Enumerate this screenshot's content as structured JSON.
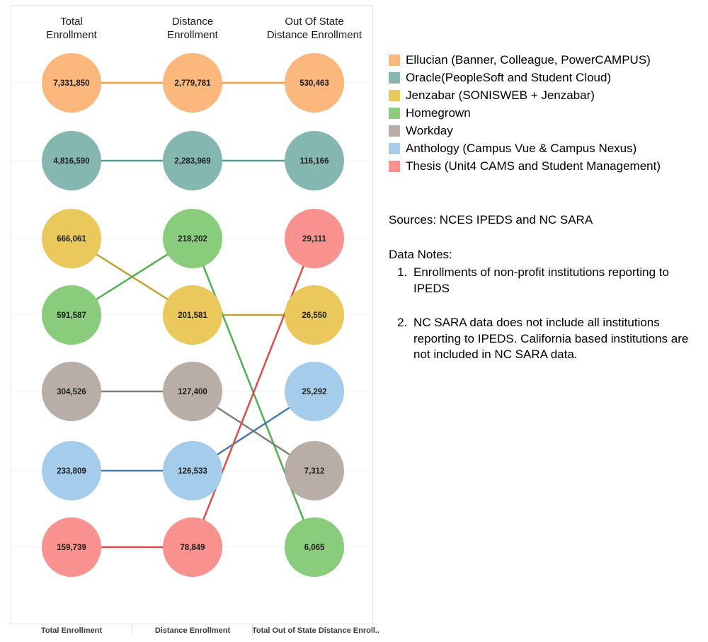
{
  "chart_data": {
    "type": "line",
    "subtype": "slope-bump chart with labeled circle nodes",
    "title": "",
    "legend_position": "right",
    "grid": "faint horizontal gridline at each rank row",
    "columns": [
      {
        "header": "Total\nEnrollment",
        "axis_label": "Total Enrollment"
      },
      {
        "header": "Distance\nEnrollment",
        "axis_label": "Distance Enrollment"
      },
      {
        "header": "Out Of State\nDistance Enrollment",
        "axis_label": "Total Out of State Distance Enroll.."
      }
    ],
    "series": [
      {
        "id": "ellucian",
        "name": "Ellucian (Banner, Colleague, PowerCAMPUS)",
        "fill": "#FBB77C",
        "line": "#F2994B",
        "values": [
          7331850,
          2779781,
          530463
        ],
        "labels": [
          "7,331,850",
          "2,779,781",
          "530,463"
        ],
        "row_positions": [
          1,
          1,
          1
        ]
      },
      {
        "id": "oracle",
        "name": "Oracle(PeopleSoft and Student Cloud)",
        "fill": "#85B7B1",
        "line": "#579C94",
        "values": [
          4816590,
          2283969,
          116166
        ],
        "labels": [
          "4,816,590",
          "2,283,969",
          "116,166"
        ],
        "row_positions": [
          2,
          2,
          2
        ]
      },
      {
        "id": "jenzabar",
        "name": "Jenzabar (SONISWEB + Jenzabar)",
        "fill": "#EAC85C",
        "line": "#C2A32F",
        "values": [
          666061,
          201581,
          26550
        ],
        "labels": [
          "666,061",
          "201,581",
          "26,550"
        ],
        "row_positions": [
          3,
          4,
          4
        ]
      },
      {
        "id": "homegrown",
        "name": "Homegrown",
        "fill": "#88CC7C",
        "line": "#52AE51",
        "values": [
          591587,
          218202,
          6065
        ],
        "labels": [
          "591,587",
          "218,202",
          "6,065"
        ],
        "row_positions": [
          4,
          3,
          7
        ]
      },
      {
        "id": "workday",
        "name": "Workday",
        "fill": "#B9AEA7",
        "line": "#867F77",
        "values": [
          304526,
          127400,
          7312
        ],
        "labels": [
          "304,526",
          "127,400",
          "7,312"
        ],
        "row_positions": [
          5,
          5,
          6
        ]
      },
      {
        "id": "anthology",
        "name": "Anthology (Campus Vue & Campus Nexus)",
        "fill": "#A5CCEA",
        "line": "#4B7AAF",
        "values": [
          233809,
          126533,
          25292
        ],
        "labels": [
          "233,809",
          "126,533",
          "25,292"
        ],
        "row_positions": [
          6,
          6,
          5
        ]
      },
      {
        "id": "thesis",
        "name": "Thesis (Unit4 CAMS and Student Management)",
        "fill": "#F9928E",
        "line": "#DF4C4A",
        "values": [
          159739,
          78849,
          29111
        ],
        "labels": [
          "159,739",
          "78,849",
          "29,111"
        ],
        "row_positions": [
          7,
          7,
          3
        ]
      }
    ]
  },
  "notes_panel": {
    "sources": "Sources: NCES IPEDS and NC SARA",
    "data_notes_title": "Data Notes:",
    "notes": [
      "Enrollments of non-profit institutions reporting to IPEDS",
      "NC SARA data does not include all institutions reporting to IPEDS. California based institutions are not included in NC SARA data."
    ]
  }
}
